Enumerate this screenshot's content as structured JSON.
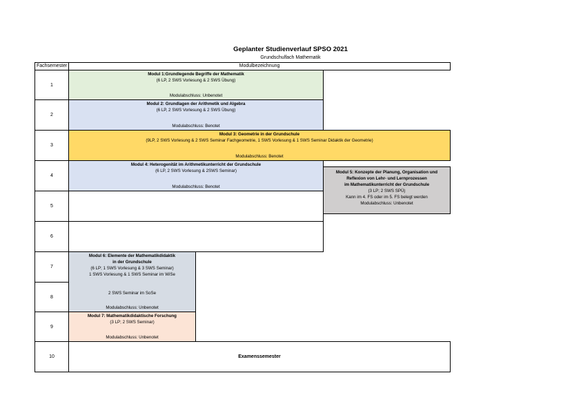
{
  "title": "Geplanter Studienverlauf SPSO 2021",
  "subtitle": "Grundschulfach Mathematik",
  "header": {
    "semester": "Fachsemester",
    "module": "Modulbezeichnung"
  },
  "semesters": [
    "1",
    "2",
    "3",
    "4",
    "5",
    "6",
    "7",
    "8",
    "9",
    "10"
  ],
  "modules": {
    "m1": {
      "title": "Modul 1:Grundlegende Begriffe der Mathematik",
      "details": "(6 LP, 2 SWS Vorlesung & 2 SWS Übung)",
      "exam": "Modulabschluss: Unbenotet",
      "color": "#e2efda"
    },
    "m2": {
      "title": "Modul 2: Grundlagen der Arithmetik und Algebra",
      "details": "(6 LP, 2 SWS Vorlesung & 2 SWS Übung)",
      "exam": "Modulabschluss: Benotet",
      "color": "#d9e1f2"
    },
    "m3": {
      "title": "Modul 3: Geometrie in der Grundschule",
      "details": "(9LP, 2 SWS Vorlesung & 2 SWS Seminar Fachgeometrie, 1 SWS Vorlesung & 1 SWS Seminar Didaktik der Geometrie)",
      "exam": "Modulabschluss: Benotet",
      "color": "#ffd966"
    },
    "m4": {
      "title": "Modul 4: Heterogenität im Arithmetikunterricht der Grundschule",
      "details": "(6 LP, 2 SWS Vorlesung & 2SWS Seminar)",
      "exam": "Modulabschluss: Benotet",
      "color": "#d9e1f2"
    },
    "m5": {
      "title1": "Modul 5: Konzepte der Planung, Organisation und",
      "title2": "Reflexion von Lehr- und Lernprozessen",
      "title3": "im Mathematikunterricht der Grundschule",
      "details": "(3 LP; 2 SWS SPÜ)",
      "note": "Kann im 4. FS oder im 5. FS belegt werden",
      "exam": "Modulabschluss: Unbenotet",
      "color": "#d0cece"
    },
    "m6": {
      "title1": "Modul 6: Elemente der Mathematikdidaktik",
      "title2": "in der Grundschule",
      "details": "(6 LP; 1 SWS Vorlesung & 3 SWS Seminar)",
      "wise": "1 SWS Vorlesung & 1 SWS Seminar im WiSe",
      "sose": "2 SWS Seminar im SoSe",
      "exam": "Modulabschluss: Unbenotet",
      "color": "#d6dce4"
    },
    "m7": {
      "title": "Modul 7: Mathematikdidaktische Forschung",
      "details": "(3 LP; 2 SWS Seminar)",
      "exam": "Modulabschluss: Unbenotet",
      "color": "#fce4d6"
    }
  },
  "exam_semester": "Examenssemester"
}
